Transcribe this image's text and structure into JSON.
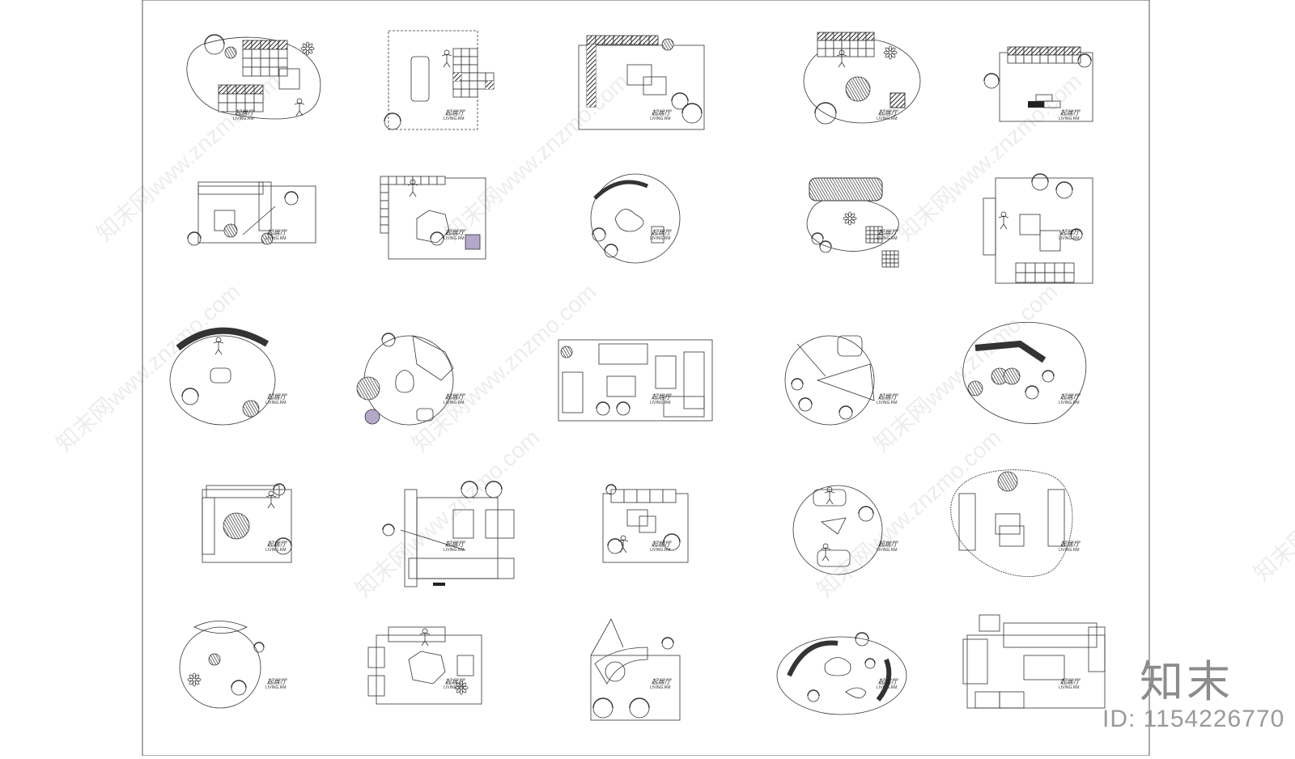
{
  "sheet": {
    "room_label_cn": "起居厅",
    "room_label_en": "LIVING.RM",
    "watermark": "知末网www.znzmo.com"
  },
  "footer": {
    "brand": "知末",
    "id_text": "ID: 1154226770"
  },
  "colors": {
    "line": "#333333",
    "fill_dark": "#2a2a2a",
    "accent_purple": "#b3a8c9",
    "watermark": "#cfcfcf"
  },
  "plans": [
    {
      "id": "p01",
      "shape": "blob",
      "row": 1,
      "col": 1,
      "sofa": "sectional-hatched"
    },
    {
      "id": "p02",
      "shape": "rect-dash",
      "row": 1,
      "col": 2,
      "sofa": "sectional-hatched"
    },
    {
      "id": "p03",
      "shape": "rect",
      "row": 1,
      "col": 3,
      "sofa": "sectional-hatched"
    },
    {
      "id": "p04",
      "shape": "oval",
      "row": 1,
      "col": 4,
      "sofa": "sectional-hatched"
    },
    {
      "id": "p05",
      "shape": "rect",
      "row": 1,
      "col": 5,
      "sofa": "sectional-hatched"
    },
    {
      "id": "p06",
      "shape": "rect",
      "row": 2,
      "col": 1,
      "sofa": "modular"
    },
    {
      "id": "p07",
      "shape": "rect",
      "row": 2,
      "col": 2,
      "sofa": "modular"
    },
    {
      "id": "p08",
      "shape": "circle",
      "row": 2,
      "col": 3,
      "sofa": "curved"
    },
    {
      "id": "p09",
      "shape": "organic",
      "row": 2,
      "col": 4,
      "sofa": "knit"
    },
    {
      "id": "p10",
      "shape": "rect",
      "row": 2,
      "col": 5,
      "sofa": "modular"
    },
    {
      "id": "p11",
      "shape": "oval",
      "row": 3,
      "col": 1,
      "sofa": "curved"
    },
    {
      "id": "p12",
      "shape": "circle",
      "row": 3,
      "col": 2,
      "sofa": "curved"
    },
    {
      "id": "p13",
      "shape": "rect",
      "row": 3,
      "col": 3,
      "sofa": "modular"
    },
    {
      "id": "p14",
      "shape": "circle",
      "row": 3,
      "col": 4,
      "sofa": "modular"
    },
    {
      "id": "p15",
      "shape": "blob",
      "row": 3,
      "col": 5,
      "sofa": "curved"
    },
    {
      "id": "p16",
      "shape": "rect",
      "row": 4,
      "col": 1,
      "sofa": "modular"
    },
    {
      "id": "p17",
      "shape": "rect",
      "row": 4,
      "col": 2,
      "sofa": "modular"
    },
    {
      "id": "p18",
      "shape": "rect",
      "row": 4,
      "col": 3,
      "sofa": "modular"
    },
    {
      "id": "p19",
      "shape": "circle",
      "row": 4,
      "col": 4,
      "sofa": "modular"
    },
    {
      "id": "p20",
      "shape": "blob",
      "row": 4,
      "col": 5,
      "sofa": "modular"
    },
    {
      "id": "p21",
      "shape": "circle",
      "row": 5,
      "col": 1,
      "sofa": "curved"
    },
    {
      "id": "p22",
      "shape": "rect",
      "row": 5,
      "col": 2,
      "sofa": "modular"
    },
    {
      "id": "p23",
      "shape": "rect",
      "row": 5,
      "col": 3,
      "sofa": "curved"
    },
    {
      "id": "p24",
      "shape": "oval",
      "row": 5,
      "col": 4,
      "sofa": "curved"
    },
    {
      "id": "p25",
      "shape": "rect",
      "row": 5,
      "col": 5,
      "sofa": "modular"
    }
  ]
}
